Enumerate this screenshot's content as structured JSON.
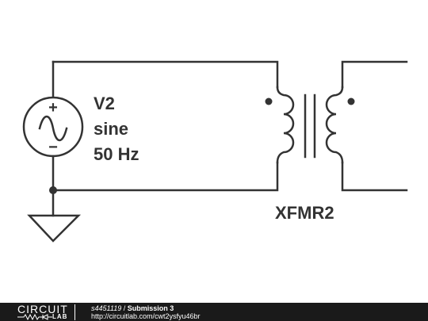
{
  "schematic": {
    "source_name": "V2",
    "source_waveform": "sine",
    "source_frequency": "50 Hz",
    "source_plus": "+",
    "source_minus": "−",
    "transformer_name": "XFMR2"
  },
  "footer": {
    "logo_circuit": "CIRCUIT",
    "logo_lab": "LAB",
    "user_id": "s4451119",
    "separator": " / ",
    "submission_title": "Submission 3",
    "url": "http://circuitlab.com/cwt2ysfyu46br"
  },
  "colors": {
    "wire": "#333333",
    "footer_bg": "#1a1a1a"
  }
}
